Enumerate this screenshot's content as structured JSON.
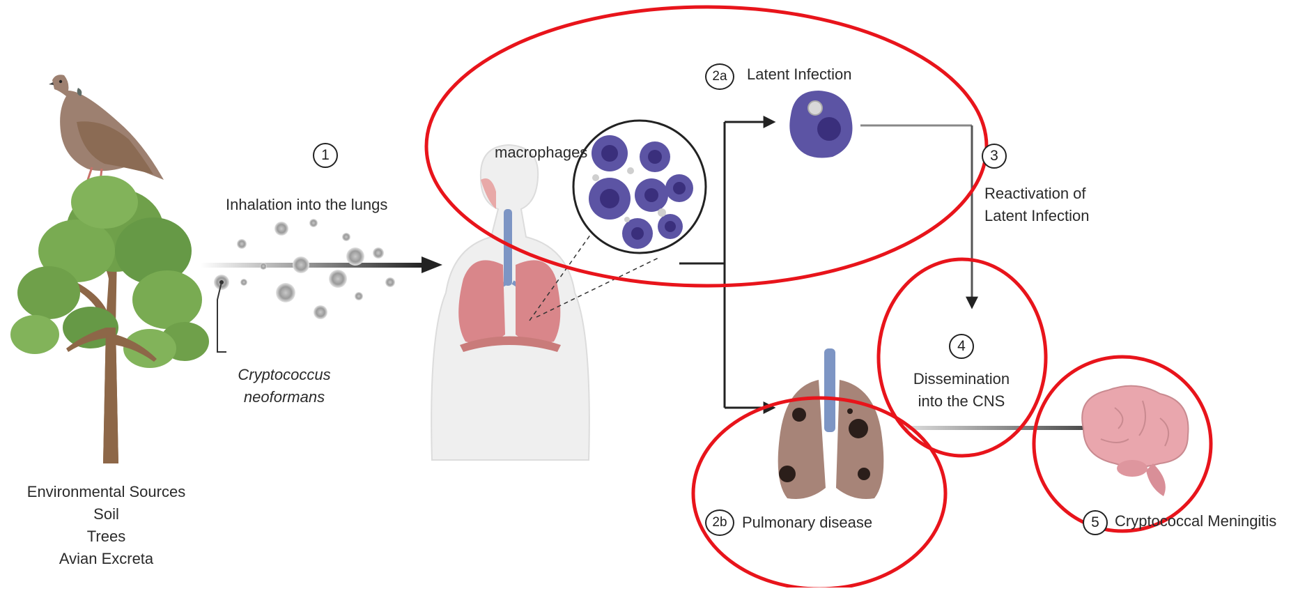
{
  "sources": {
    "heading": "Environmental Sources",
    "items": [
      "Soil",
      "Trees",
      "Avian Excreta"
    ]
  },
  "steps": {
    "s1": {
      "number": "1",
      "label": "Inhalation into the lungs"
    },
    "s2a": {
      "number": "2a",
      "label": "Latent Infection"
    },
    "s2b": {
      "number": "2b",
      "label": "Pulmonary disease"
    },
    "s3": {
      "number": "3",
      "label_line1": "Reactivation of",
      "label_line2": "Latent Infection"
    },
    "s4": {
      "number": "4",
      "label_line1": "Dissemination",
      "label_line2": "into the CNS"
    },
    "s5": {
      "number": "5",
      "label": "Cryptococcal Meningitis"
    }
  },
  "organism": {
    "line1": "Cryptococcus",
    "line2": "neoformans"
  },
  "macrophages_label": "macrophages",
  "colors": {
    "highlight_ring": "#e8141b",
    "cell": "#5c54a4",
    "cell_nucleus": "#3a2f7c",
    "lung": "#d9868a",
    "diseased_lung": "#a78478",
    "brain": "#e9a6ad",
    "tree": "#6fa04a",
    "trunk": "#8d6748",
    "text": "#2a2a2a"
  }
}
